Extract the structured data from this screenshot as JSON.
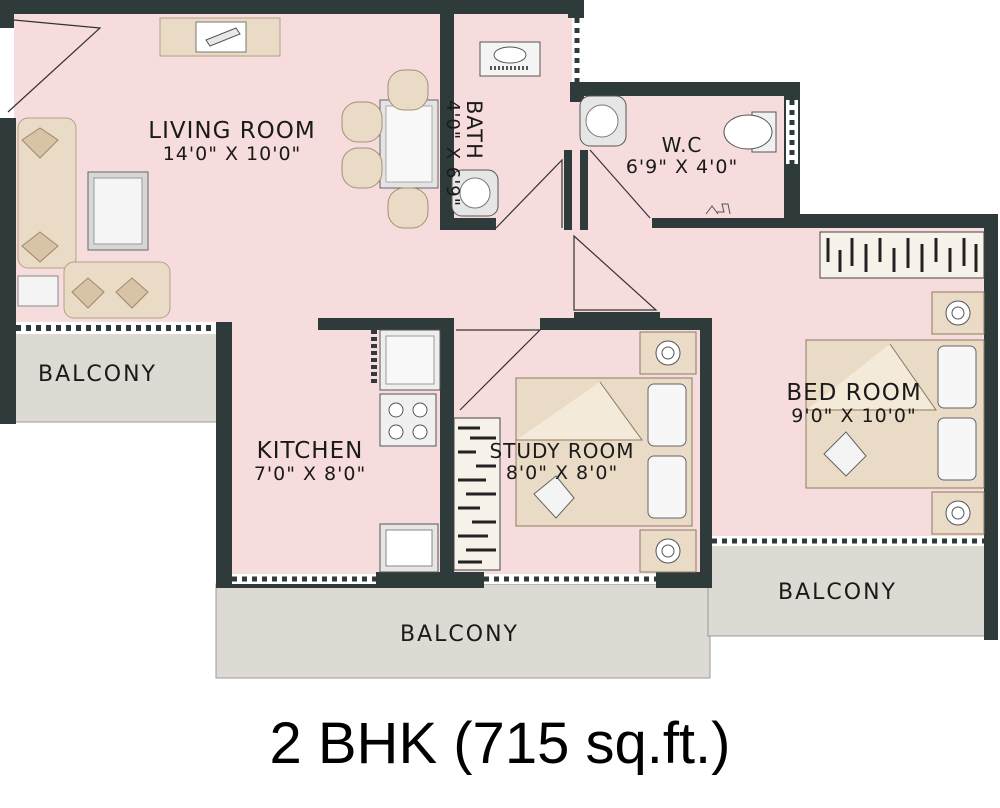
{
  "caption": "2 BHK (715 sq.ft.)",
  "rooms": {
    "living": {
      "name": "LIVING ROOM",
      "dims": "14'0\" X 10'0\""
    },
    "bath": {
      "name": "BATH",
      "dims": "4'0\" X 6'9\""
    },
    "wc": {
      "name": "W.C",
      "dims": "6'9\" X 4'0\""
    },
    "kitchen": {
      "name": "KITCHEN",
      "dims": "7'0\" X 8'0\""
    },
    "study": {
      "name": "STUDY ROOM",
      "dims": "8'0\" X 8'0\""
    },
    "bedroom": {
      "name": "BED ROOM",
      "dims": "9'0\" X 10'0\""
    }
  },
  "balconies": {
    "left": "BALCONY",
    "bottom": "BALCONY",
    "right": "BALCONY"
  },
  "colors": {
    "floor": "#f6dcdc",
    "wall": "#2f3a3a",
    "balcony": "#dcdad3",
    "furniture": "#eadbc6",
    "furniture_edge": "#b59f84"
  }
}
